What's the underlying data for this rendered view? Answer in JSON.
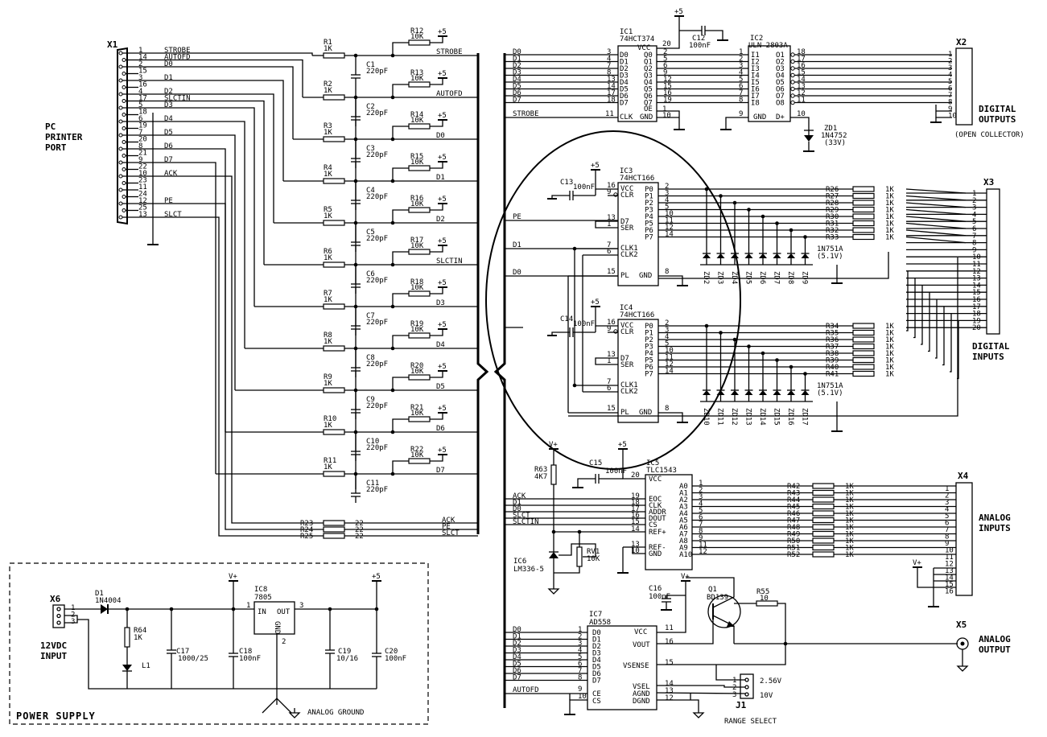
{
  "connectors": {
    "x1": {
      "ref": "X1",
      "title_lines": [
        "PC",
        "PRINTER",
        "PORT"
      ],
      "pins": [
        "1",
        "14",
        "2",
        "15",
        "3",
        "16",
        "4",
        "17",
        "5",
        "18",
        "6",
        "19",
        "7",
        "20",
        "8",
        "21",
        "9",
        "22",
        "10",
        "23",
        "11",
        "24",
        "12",
        "25",
        "13"
      ]
    },
    "x2": {
      "ref": "X2",
      "title_lines": [
        "DIGITAL",
        "OUTPUTS"
      ],
      "subtitle": "(OPEN COLLECTOR)",
      "pins": [
        "1",
        "2",
        "3",
        "4",
        "5",
        "6",
        "7",
        "8",
        "9",
        "10"
      ]
    },
    "x3": {
      "ref": "X3",
      "title_lines": [
        "DIGITAL",
        "INPUTS"
      ],
      "pins": [
        "1",
        "2",
        "3",
        "4",
        "5",
        "6",
        "7",
        "8",
        "9",
        "10",
        "11",
        "12",
        "13",
        "14",
        "15",
        "16",
        "17",
        "18",
        "19",
        "20"
      ]
    },
    "x4": {
      "ref": "X4",
      "title_lines": [
        "ANALOG",
        "INPUTS"
      ],
      "pins": [
        "1",
        "2",
        "3",
        "4",
        "5",
        "6",
        "7",
        "8",
        "9",
        "10",
        "11",
        "12",
        "13",
        "14",
        "15",
        "16"
      ]
    },
    "x5": {
      "ref": "X5",
      "title_lines": [
        "ANALOG",
        "OUTPUT"
      ]
    },
    "x6": {
      "ref": "X6",
      "title_lines": [
        "12VDC",
        "INPUT"
      ],
      "pins": [
        "1",
        "2",
        "3"
      ]
    },
    "j1": {
      "ref": "J1",
      "title": "RANGE SELECT",
      "pins": [
        "1",
        "2",
        "3"
      ],
      "opt_a": "2.56V",
      "opt_b": "10V"
    }
  },
  "port_signals": [
    "STROBE",
    "AUTOFD",
    "D0",
    "D1",
    "D2",
    "SLCTIN",
    "D3",
    "D4",
    "D5",
    "D6",
    "D7",
    "ACK",
    "PE",
    "SLCT"
  ],
  "port_lines": [
    {
      "pin": "1",
      "sig": "STROBE"
    },
    {
      "pin": "14",
      "sig": "AUTOFD"
    },
    {
      "pin": "2",
      "sig": "D0"
    },
    {
      "pin": "15",
      "sig": ""
    },
    {
      "pin": "3",
      "sig": "D1"
    },
    {
      "pin": "16",
      "sig": ""
    },
    {
      "pin": "4",
      "sig": "D2"
    },
    {
      "pin": "17",
      "sig": "SLCTIN"
    },
    {
      "pin": "5",
      "sig": "D3"
    },
    {
      "pin": "18",
      "sig": ""
    },
    {
      "pin": "6",
      "sig": "D4"
    },
    {
      "pin": "19",
      "sig": ""
    },
    {
      "pin": "7",
      "sig": "D5"
    },
    {
      "pin": "20",
      "sig": ""
    },
    {
      "pin": "8",
      "sig": "D6"
    },
    {
      "pin": "21",
      "sig": ""
    },
    {
      "pin": "9",
      "sig": "D7"
    },
    {
      "pin": "22",
      "sig": ""
    },
    {
      "pin": "10",
      "sig": "ACK"
    },
    {
      "pin": "23",
      "sig": ""
    },
    {
      "pin": "11",
      "sig": ""
    },
    {
      "pin": "24",
      "sig": ""
    },
    {
      "pin": "12",
      "sig": "PE"
    },
    {
      "pin": "25",
      "sig": ""
    },
    {
      "pin": "13",
      "sig": "SLCT"
    }
  ],
  "input_filter": {
    "series": [
      "R1",
      "R2",
      "R3",
      "R4",
      "R5",
      "R6",
      "R7",
      "R8",
      "R9",
      "R10",
      "R11"
    ],
    "series_value": "1K",
    "pullups": [
      "R12",
      "R13",
      "R14",
      "R15",
      "R16",
      "R17",
      "R18",
      "R19",
      "R20",
      "R21",
      "R22"
    ],
    "pullup_value": "10K",
    "caps": [
      "C1",
      "C2",
      "C3",
      "C4",
      "C5",
      "C6",
      "C7",
      "C8",
      "C9",
      "C10",
      "C11"
    ],
    "cap_value": "220pF",
    "signals": [
      "STROBE",
      "AUTOFD",
      "D0",
      "D1",
      "D2",
      "SLCTIN",
      "D3",
      "D4",
      "D5",
      "D6",
      "D7"
    ],
    "supply": "+5",
    "status_res": [
      "R23",
      "R24",
      "R25"
    ],
    "status_value": "22",
    "status_signals": [
      "ACK",
      "PE",
      "SLCT"
    ]
  },
  "ic1": {
    "ref": "IC1",
    "part": "74HCT374",
    "vcc": "VCC",
    "gnd": "GND",
    "oe": "OE",
    "clk": "CLK",
    "in_pins": [
      "3",
      "4",
      "7",
      "8",
      "13",
      "14",
      "17",
      "18"
    ],
    "out_pins": [
      "2",
      "5",
      "6",
      "9",
      "12",
      "15",
      "16",
      "19"
    ],
    "in_names": [
      "D0",
      "D1",
      "D2",
      "D3",
      "D4",
      "D5",
      "D6",
      "D7"
    ],
    "out_names": [
      "Q0",
      "Q1",
      "Q2",
      "Q3",
      "Q4",
      "Q5",
      "Q6",
      "Q7"
    ],
    "pin_vcc": "20",
    "pin_oe": "1",
    "pin_clk": "11",
    "pin_gnd": "10"
  },
  "c12": {
    "ref": "C12",
    "value": "100nF"
  },
  "ic2": {
    "ref": "IC2",
    "part": "ULN-2803A",
    "in_pins": [
      "1",
      "2",
      "3",
      "4",
      "5",
      "6",
      "7",
      "8"
    ],
    "out_pins": [
      "18",
      "17",
      "16",
      "15",
      "14",
      "13",
      "12",
      "11"
    ],
    "in_names": [
      "I1",
      "I2",
      "I3",
      "I4",
      "I5",
      "I6",
      "I7",
      "I8"
    ],
    "out_names": [
      "O1",
      "O2",
      "O3",
      "O4",
      "O5",
      "O6",
      "O7",
      "O8"
    ],
    "gnd": "GND",
    "dplus": "D+",
    "pin_gnd": "9",
    "pin_dplus": "10"
  },
  "zd1": {
    "ref": "ZD1",
    "part": "1N4752",
    "value": "(33V)"
  },
  "ic3": {
    "ref": "IC3",
    "part": "74HCT166",
    "c_ref": "C13",
    "c_value": "100nF",
    "supply": "+5"
  },
  "ic4": {
    "ref": "IC4",
    "part": "74HCT166",
    "c_ref": "C14",
    "c_value": "100nF",
    "supply": "+5"
  },
  "sr_pins": {
    "vcc": "VCC",
    "clr": "CLR",
    "d7": "D7",
    "ser": "SER",
    "clk1": "CLK1",
    "clk2": "CLK2",
    "pl": "PL",
    "gnd": "GND",
    "p_names": [
      "P0",
      "P1",
      "P2",
      "P3",
      "P4",
      "P5",
      "P6",
      "P7"
    ],
    "p_pins": [
      "2",
      "3",
      "4",
      "5",
      "10",
      "11",
      "12",
      "14"
    ],
    "pin_vcc": "16",
    "pin_clr": "9",
    "pin_d7": "13",
    "pin_ser": "1",
    "pin_clk1": "7",
    "pin_clk2": "6",
    "pin_pl": "15",
    "pin_gnd": "8"
  },
  "digital_inputs": {
    "res_a": [
      "R26",
      "R27",
      "R28",
      "R29",
      "R30",
      "R31",
      "R32",
      "R33"
    ],
    "res_b": [
      "R34",
      "R35",
      "R36",
      "R37",
      "R38",
      "R39",
      "R40",
      "R41"
    ],
    "value": "1K",
    "zen_a": [
      "ZD2",
      "ZD3",
      "ZD4",
      "ZD5",
      "ZD6",
      "ZD7",
      "ZD8",
      "ZD9"
    ],
    "zen_b": [
      "ZD10",
      "ZD11",
      "ZD12",
      "ZD13",
      "ZD14",
      "ZD15",
      "ZD16",
      "ZD17"
    ],
    "zen_part": "1N751A",
    "zen_value": "(5.1V)"
  },
  "bus_labels": {
    "pe": "PE",
    "d1": "D1",
    "d0": "D0",
    "strobe": "STROBE"
  },
  "ic5": {
    "ref": "IC5",
    "part": "TLC1543",
    "c_ref": "C15",
    "c_value": "100nF",
    "supply": "+5",
    "left_names": [
      "EOC",
      "CLK",
      "ADDR",
      "DOUT",
      "CS",
      "REF+",
      "REF-",
      "GND"
    ],
    "left_pins": [
      "19",
      "18",
      "17",
      "16",
      "15",
      "14",
      "13",
      "10"
    ],
    "right_names": [
      "A0",
      "A1",
      "A2",
      "A3",
      "A4",
      "A5",
      "A6",
      "A7",
      "A8",
      "A9",
      "A10"
    ],
    "right_pins": [
      "1",
      "2",
      "3",
      "4",
      "5",
      "6",
      "7",
      "8",
      "9",
      "11",
      "12"
    ],
    "vcc": "VCC",
    "pin_vcc": "20",
    "sigs": [
      "ACK",
      "D1",
      "D0",
      "SLCT",
      "SLCTIN"
    ]
  },
  "analog_inputs": {
    "res": [
      "R42",
      "R43",
      "R44",
      "R45",
      "R46",
      "R47",
      "R48",
      "R49",
      "R50",
      "R51",
      "R52"
    ],
    "value": "1K"
  },
  "ref_circuit": {
    "r_ref": "R63",
    "r_value": "4K7",
    "supply": "V+",
    "rv_ref": "RV1",
    "rv_value": "10K",
    "ic_ref": "IC6",
    "ic_part": "LM336-5"
  },
  "ic7": {
    "ref": "IC7",
    "part": "AD558",
    "in_names": [
      "D0",
      "D1",
      "D2",
      "D3",
      "D4",
      "D5",
      "D6",
      "D7"
    ],
    "in_pins": [
      "1",
      "2",
      "3",
      "4",
      "5",
      "6",
      "7",
      "8"
    ],
    "vcc": "VCC",
    "vout": "VOUT",
    "vsense": "VSENSE",
    "vsel": "VSEL",
    "agnd": "AGND",
    "dgnd": "DGND",
    "ce": "CE",
    "cs": "CS",
    "pin_vcc": "11",
    "pin_vout": "16",
    "pin_vsense": "15",
    "pin_vsel": "14",
    "pin_agnd": "13",
    "pin_dgnd": "12",
    "pin_ce": "9",
    "pin_cs": "10",
    "sig": "AUTOFD"
  },
  "c16": {
    "ref": "C16",
    "value": "100nF",
    "supply": "V+"
  },
  "q1": {
    "ref": "Q1",
    "part": "BD139"
  },
  "r55": {
    "ref": "R55",
    "value": "10"
  },
  "power": {
    "title": "POWER SUPPLY",
    "d1_ref": "D1",
    "d1_part": "1N4004",
    "r64_ref": "R64",
    "r64_value": "1K",
    "l1": "L1",
    "c17_ref": "C17",
    "c17_value": "1000/25",
    "vplus": "V+",
    "c18_ref": "C18",
    "c18_value": "100nF",
    "ic8_ref": "IC8",
    "ic8_part": "7805",
    "ic8_in": "IN",
    "ic8_out": "OUT",
    "ic8_gnd": "GND",
    "ic8_pin_in": "1",
    "ic8_pin_out": "3",
    "ic8_pin_gnd": "2",
    "plus5": "+5",
    "c19_ref": "C19",
    "c19_value": "10/16",
    "c20_ref": "C20",
    "c20_value": "100nF",
    "ground": "ANALOG GROUND"
  }
}
